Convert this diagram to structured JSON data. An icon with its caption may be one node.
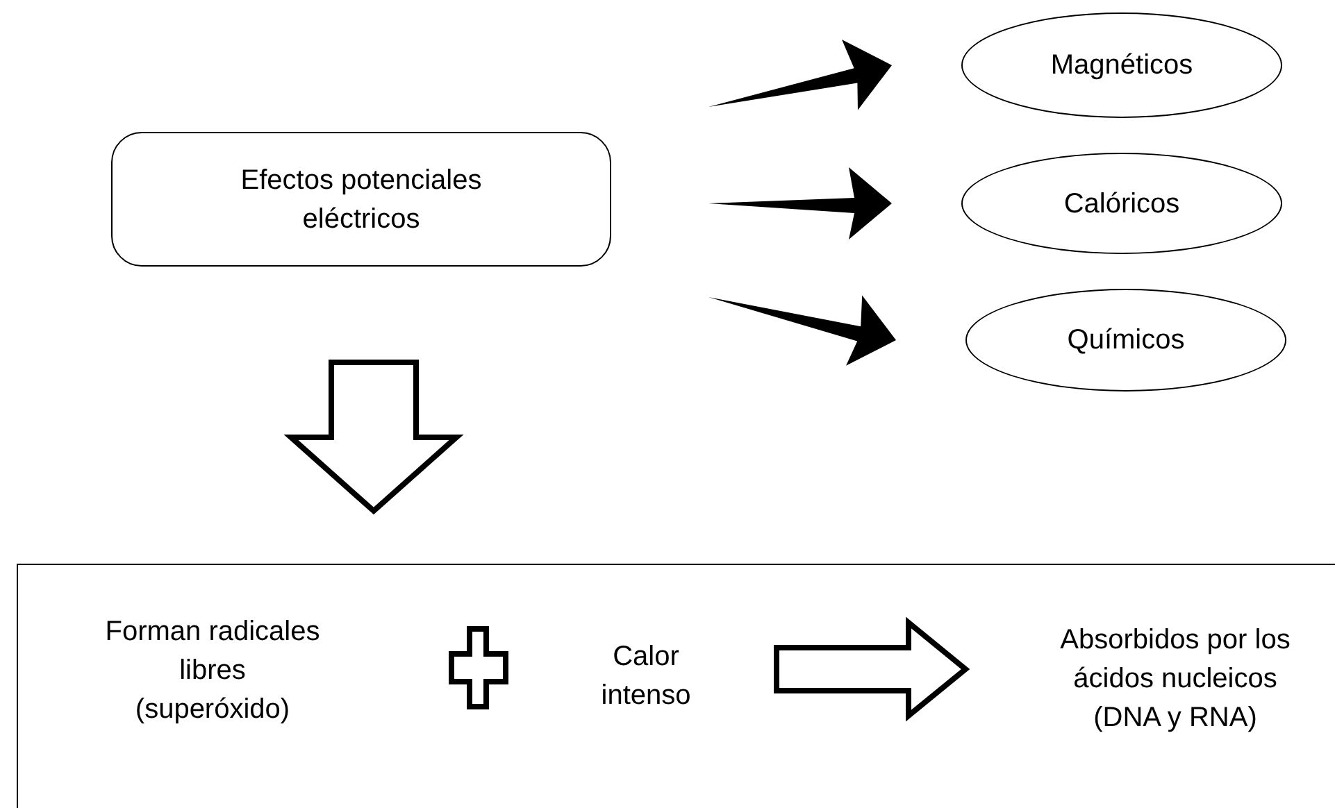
{
  "diagram": {
    "nodes": [
      {
        "text": [
          "Efectos potenciales eléctricos"
        ]
      },
      {
        "text": [
          "Magnéticos"
        ]
      },
      {
        "text": [
          "Calóricos"
        ]
      },
      {
        "text": [
          "Químicos"
        ]
      },
      {
        "text": [],
        "shape": "box"
      },
      {
        "text": [
          "Forman radicales libres (superóxido)"
        ],
        "in": 4
      },
      {
        "text": [
          "Calor intenso"
        ],
        "in": 4
      },
      {
        "text": [
          "Absorbidos por los ácidos nucleicos (DNA y RNA)"
        ],
        "in": 4
      }
    ],
    "edges": [
      {
        "from": 0,
        "to": 1,
        "arrow": "to",
        "style": "thick"
      },
      {
        "from": 0,
        "to": 2,
        "arrow": "to",
        "style": "thick"
      },
      {
        "from": 0,
        "to": 3,
        "arrow": "to",
        "style": "thick"
      },
      {
        "from": 0,
        "to": 4,
        "arrow": "to"
      },
      {
        "from": 6,
        "to": 7,
        "arrow": "to"
      }
    ]
  }
}
